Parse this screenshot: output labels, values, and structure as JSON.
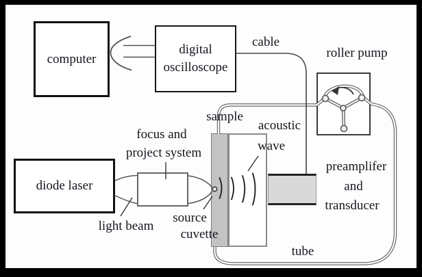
{
  "figure": {
    "type": "experimental-setup-diagram",
    "description_visible": false
  },
  "colors": {
    "frame": "#000000",
    "paper": "#fdfdfd",
    "line": "#555555",
    "dark_line": "#333333",
    "text": "#16161f",
    "cuvette_fill": "#c3c3c3",
    "transducer_fill": "#d9d9d9"
  },
  "boxes": {
    "computer": {
      "label": "computer"
    },
    "oscilloscope": {
      "line1": "digital",
      "line2": "oscilloscope"
    },
    "diode_laser": {
      "label": "diode laser"
    }
  },
  "labels": {
    "cable": "cable",
    "roller_pump": "roller pump",
    "sample": "sample",
    "acoustic": "acoustic",
    "wave": "wave",
    "focus_line1": "focus and",
    "focus_line2": "project system",
    "light_beam": "light beam",
    "source": "source",
    "cuvette": "cuvette",
    "preamp_line1": "preamplifer",
    "preamp_line2": "and",
    "preamp_line3": "transducer",
    "tube": "tube"
  }
}
